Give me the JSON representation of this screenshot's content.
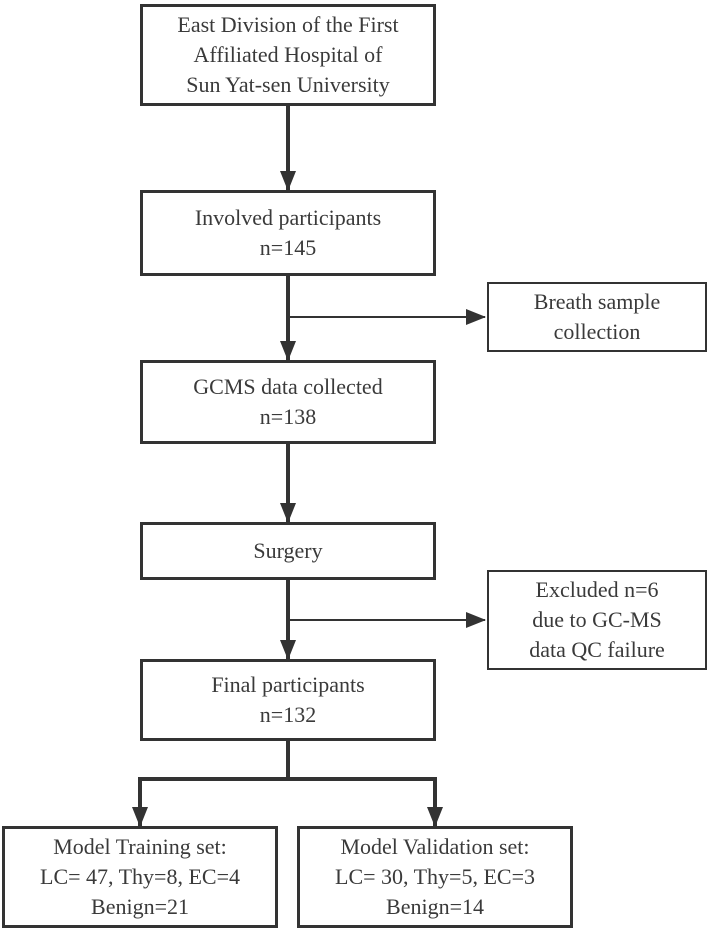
{
  "nodes": {
    "hospital": {
      "lines": [
        "East Division of the First",
        "Affiliated Hospital of",
        "Sun Yat-sen University"
      ]
    },
    "involved": {
      "lines": [
        "Involved participants",
        "n=145"
      ]
    },
    "breath": {
      "lines": [
        "Breath sample",
        "collection"
      ]
    },
    "gcms": {
      "lines": [
        "GCMS data collected",
        "n=138"
      ]
    },
    "surgery": {
      "lines": [
        "Surgery"
      ]
    },
    "excluded": {
      "lines": [
        "Excluded n=6",
        "due to GC-MS",
        "data QC failure"
      ]
    },
    "final": {
      "lines": [
        "Final participants",
        "n=132"
      ]
    },
    "training": {
      "lines": [
        "Model Training set:",
        "LC= 47, Thy=8, EC=4",
        "Benign=21"
      ]
    },
    "validation": {
      "lines": [
        "Model Validation set:",
        "LC= 30, Thy=5, EC=3",
        "Benign=14"
      ]
    }
  }
}
